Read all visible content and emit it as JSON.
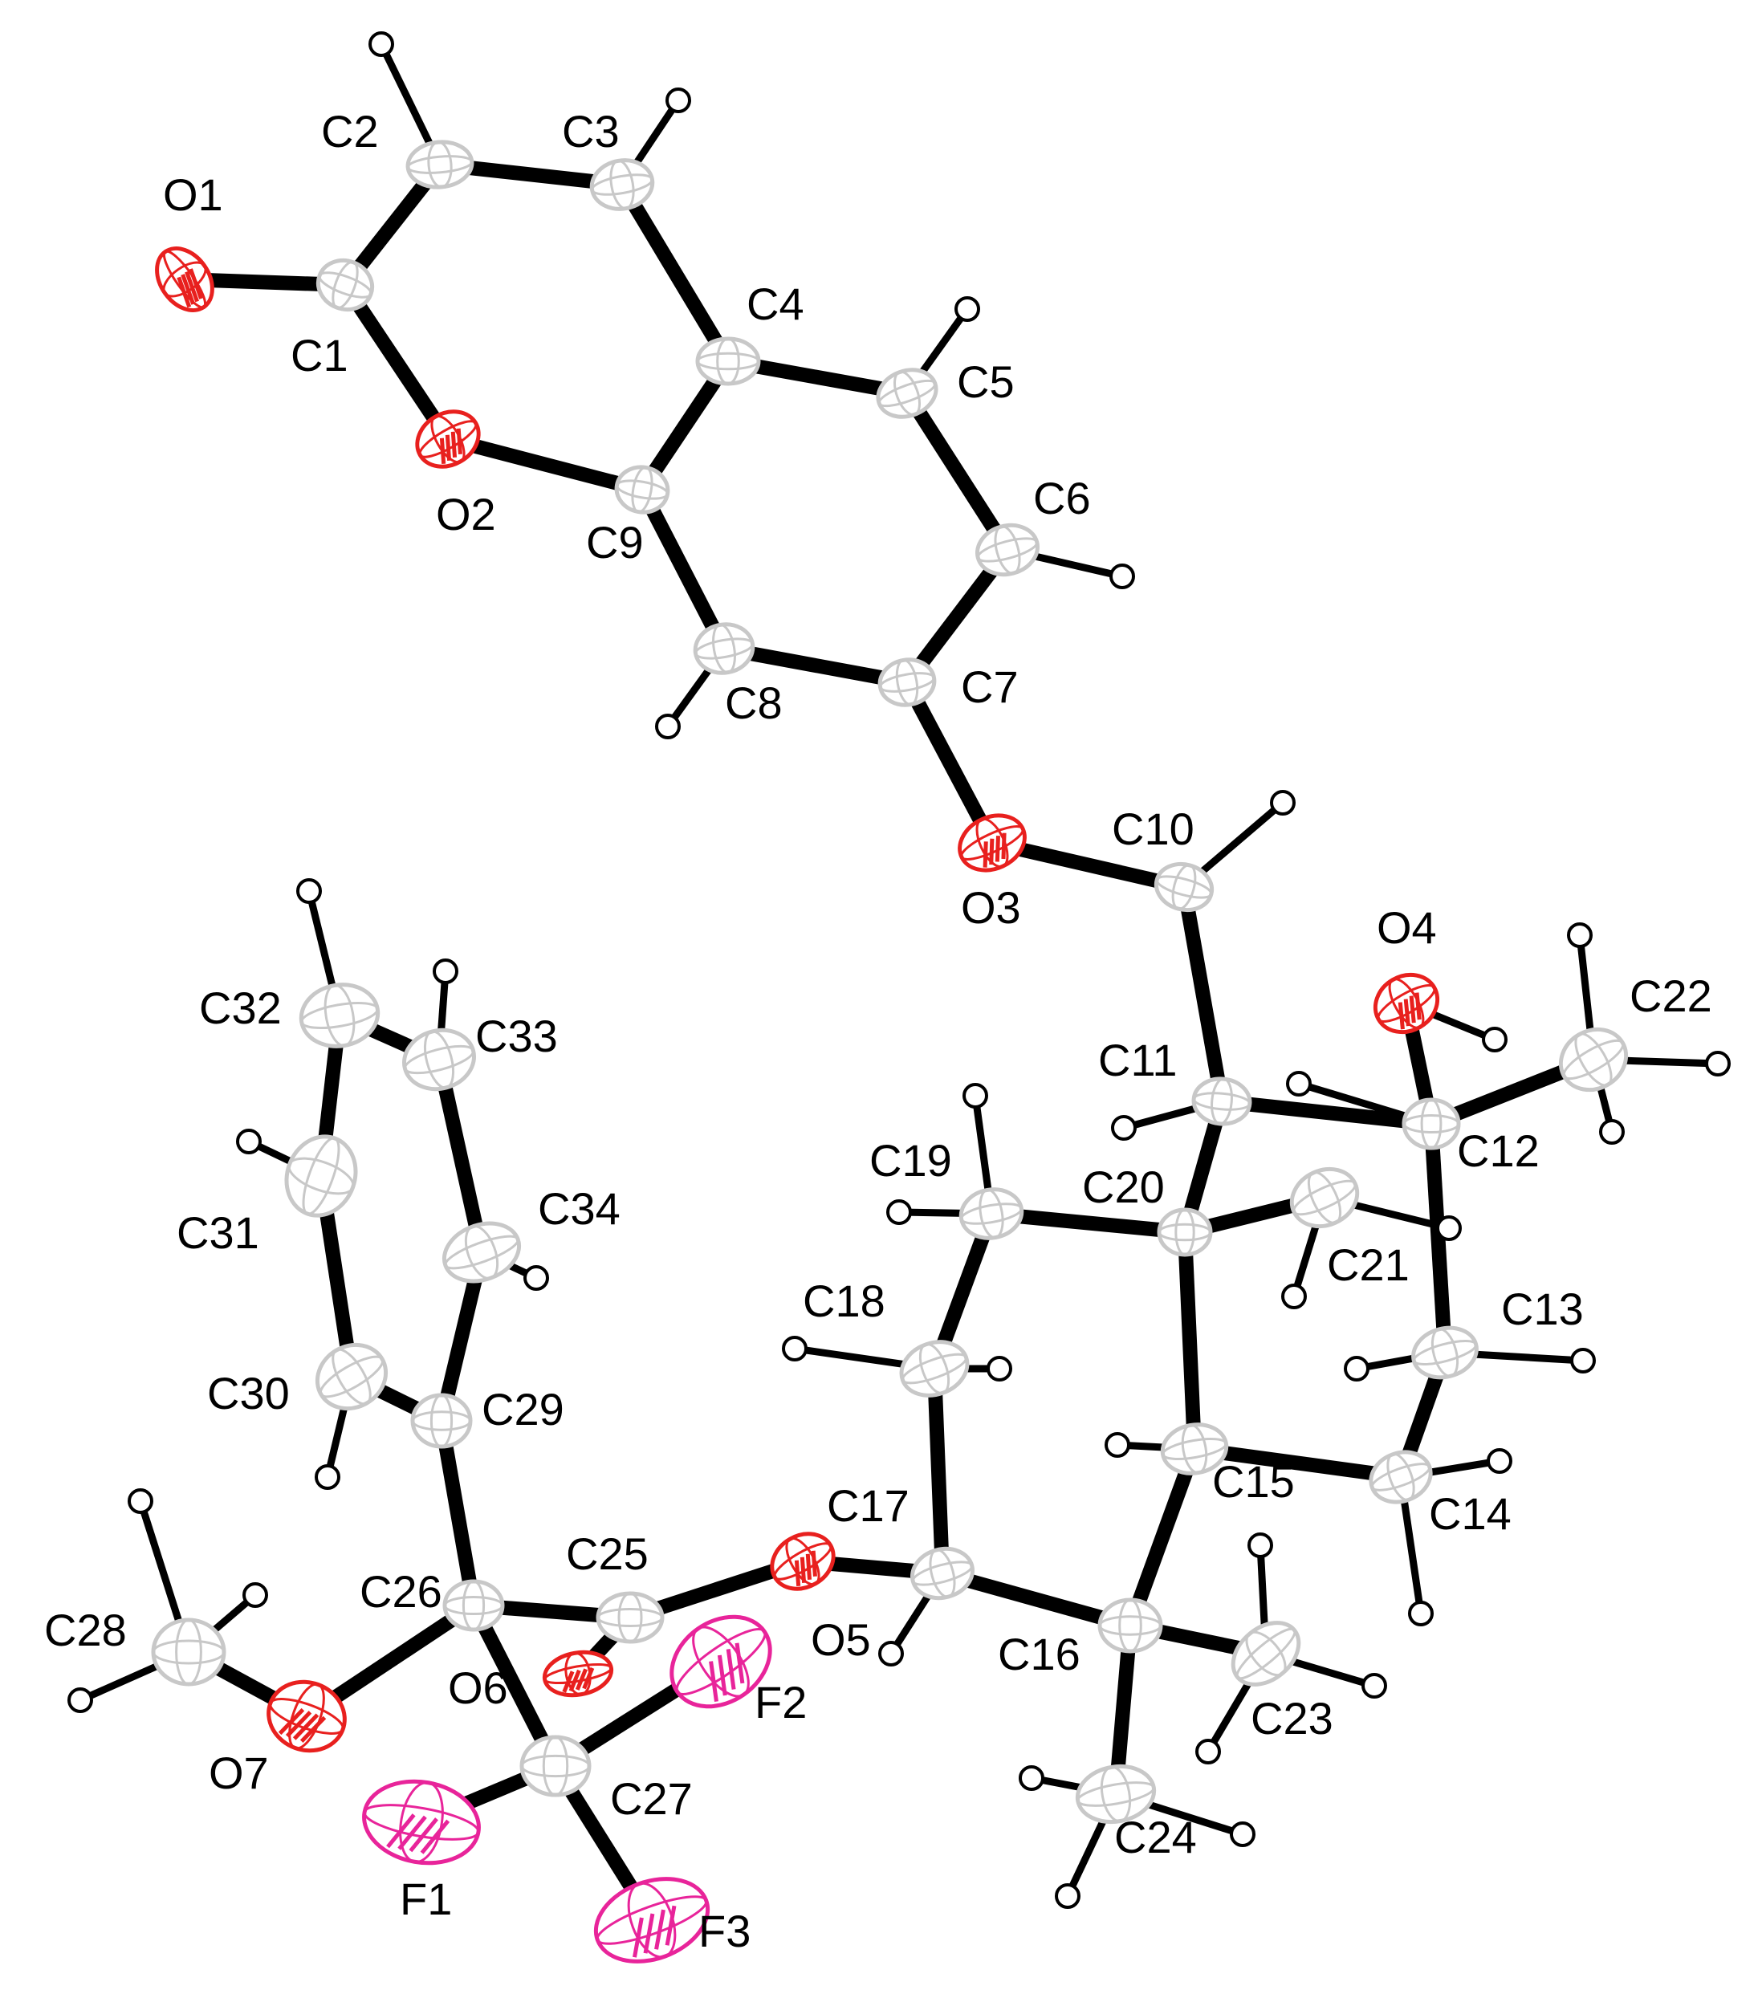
{
  "colors": {
    "carbon": "#c8c8c8",
    "oxygen": "#e8201e",
    "fluorine": "#e8249a",
    "hydrogen": "#ffffff",
    "bond": "#000000",
    "outline": "#000000"
  },
  "atoms": [
    {
      "id": "O1",
      "element": "O"
    },
    {
      "id": "C1",
      "element": "C"
    },
    {
      "id": "C2",
      "element": "C"
    },
    {
      "id": "C3",
      "element": "C"
    },
    {
      "id": "C4",
      "element": "C"
    },
    {
      "id": "C5",
      "element": "C"
    },
    {
      "id": "C6",
      "element": "C"
    },
    {
      "id": "C7",
      "element": "C"
    },
    {
      "id": "C8",
      "element": "C"
    },
    {
      "id": "C9",
      "element": "C"
    },
    {
      "id": "O2",
      "element": "O"
    },
    {
      "id": "O3",
      "element": "O"
    },
    {
      "id": "C10",
      "element": "C"
    },
    {
      "id": "C11",
      "element": "C"
    },
    {
      "id": "C12",
      "element": "C"
    },
    {
      "id": "O4",
      "element": "O"
    },
    {
      "id": "C22",
      "element": "C"
    },
    {
      "id": "C13",
      "element": "C"
    },
    {
      "id": "C14",
      "element": "C"
    },
    {
      "id": "C15",
      "element": "C"
    },
    {
      "id": "C16",
      "element": "C"
    },
    {
      "id": "C17",
      "element": "C"
    },
    {
      "id": "C18",
      "element": "C"
    },
    {
      "id": "C19",
      "element": "C"
    },
    {
      "id": "C20",
      "element": "C"
    },
    {
      "id": "C21",
      "element": "C"
    },
    {
      "id": "C23",
      "element": "C"
    },
    {
      "id": "C24",
      "element": "C"
    },
    {
      "id": "O5",
      "element": "O"
    },
    {
      "id": "C25",
      "element": "C"
    },
    {
      "id": "O6",
      "element": "O"
    },
    {
      "id": "C26",
      "element": "C"
    },
    {
      "id": "O7",
      "element": "O"
    },
    {
      "id": "C28",
      "element": "C"
    },
    {
      "id": "C27",
      "element": "C"
    },
    {
      "id": "F1",
      "element": "F"
    },
    {
      "id": "F2",
      "element": "F"
    },
    {
      "id": "F3",
      "element": "F"
    },
    {
      "id": "C29",
      "element": "C"
    },
    {
      "id": "C30",
      "element": "C"
    },
    {
      "id": "C31",
      "element": "C"
    },
    {
      "id": "C32",
      "element": "C"
    },
    {
      "id": "C33",
      "element": "C"
    },
    {
      "id": "C34",
      "element": "C"
    }
  ],
  "bonds": [
    [
      "O1",
      "C1"
    ],
    [
      "C1",
      "C2"
    ],
    [
      "C2",
      "C3"
    ],
    [
      "C3",
      "C4"
    ],
    [
      "C4",
      "C5"
    ],
    [
      "C5",
      "C6"
    ],
    [
      "C6",
      "C7"
    ],
    [
      "C7",
      "C8"
    ],
    [
      "C8",
      "C9"
    ],
    [
      "C9",
      "C4"
    ],
    [
      "C9",
      "O2"
    ],
    [
      "O2",
      "C1"
    ],
    [
      "C7",
      "O3"
    ],
    [
      "O3",
      "C10"
    ],
    [
      "C10",
      "C11"
    ],
    [
      "C11",
      "C12"
    ],
    [
      "C11",
      "C20"
    ],
    [
      "C12",
      "O4"
    ],
    [
      "C12",
      "C22"
    ],
    [
      "C12",
      "C13"
    ],
    [
      "C13",
      "C14"
    ],
    [
      "C14",
      "C15"
    ],
    [
      "C15",
      "C20"
    ],
    [
      "C15",
      "C16"
    ],
    [
      "C20",
      "C19"
    ],
    [
      "C20",
      "C21"
    ],
    [
      "C19",
      "C18"
    ],
    [
      "C18",
      "C17"
    ],
    [
      "C17",
      "C16"
    ],
    [
      "C16",
      "C23"
    ],
    [
      "C16",
      "C24"
    ],
    [
      "C17",
      "O5"
    ],
    [
      "O5",
      "C25"
    ],
    [
      "C25",
      "C26"
    ],
    [
      "C25",
      "O6"
    ],
    [
      "C26",
      "O7"
    ],
    [
      "O7",
      "C28"
    ],
    [
      "C26",
      "C27"
    ],
    [
      "C27",
      "F1"
    ],
    [
      "C27",
      "F2"
    ],
    [
      "C27",
      "F3"
    ],
    [
      "C26",
      "C29"
    ],
    [
      "C29",
      "C30"
    ],
    [
      "C30",
      "C31"
    ],
    [
      "C31",
      "C32"
    ],
    [
      "C32",
      "C33"
    ],
    [
      "C33",
      "C34"
    ],
    [
      "C34",
      "C29"
    ]
  ],
  "labels": {
    "O1": "O1",
    "C1": "C1",
    "C2": "C2",
    "C3": "C3",
    "C4": "C4",
    "C5": "C5",
    "C6": "C6",
    "C7": "C7",
    "C8": "C8",
    "C9": "C9",
    "O2": "O2",
    "O3": "O3",
    "C10": "C10",
    "C11": "C11",
    "C12": "C12",
    "O4": "O4",
    "C22": "C22",
    "C13": "C13",
    "C14": "C14",
    "C15": "C15",
    "C16": "C16",
    "C17": "C17",
    "C18": "C18",
    "C19": "C19",
    "C20": "C20",
    "C21": "C21",
    "C23": "C23",
    "C24": "C24",
    "O5": "O5",
    "C25": "C25",
    "O6": "O6",
    "C26": "C26",
    "O7": "O7",
    "C28": "C28",
    "C27": "C27",
    "F1": "F1",
    "F2": "F2",
    "F3": "F3",
    "C29": "C29",
    "C30": "C30",
    "C31": "C31",
    "C32": "C32",
    "C33": "C33",
    "C34": "C34"
  }
}
